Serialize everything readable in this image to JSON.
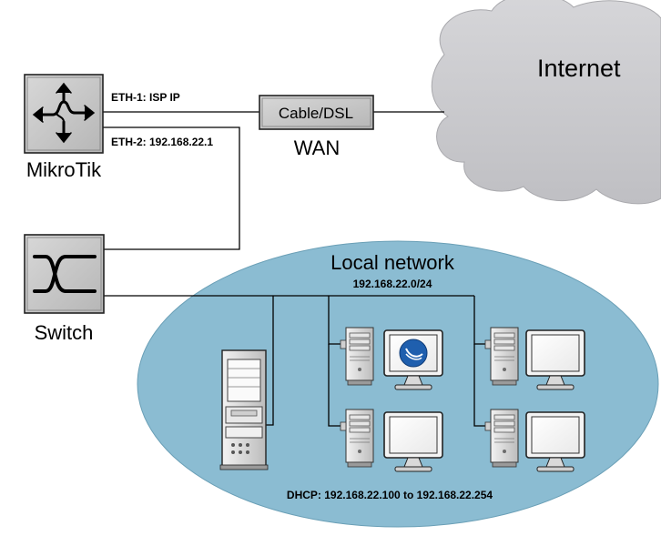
{
  "internet": {
    "label": "Internet"
  },
  "router": {
    "label": "MikroTik",
    "eth1_label": "ETH-1:  ISP IP",
    "eth2_label": "ETH-2: 192.168.22.1"
  },
  "modem": {
    "label": "Cable/DSL",
    "caption": "WAN"
  },
  "switch": {
    "label": "Switch"
  },
  "lan": {
    "title": "Local network",
    "subnet": "192.168.22.0/24",
    "dhcp": "DHCP: 192.168.22.100 to 192.168.22.254"
  },
  "colors": {
    "cloud": "#c9c9cc",
    "lan_fill": "#8bbcd2",
    "device_box": "#c9c9c9",
    "mikrotik_screen": "#1f5fae"
  },
  "icons": {
    "router": "router-arrows-icon",
    "switch": "switch-cross-icon",
    "server": "server-tower-icon",
    "workstation": "desktop-computer-icon"
  }
}
